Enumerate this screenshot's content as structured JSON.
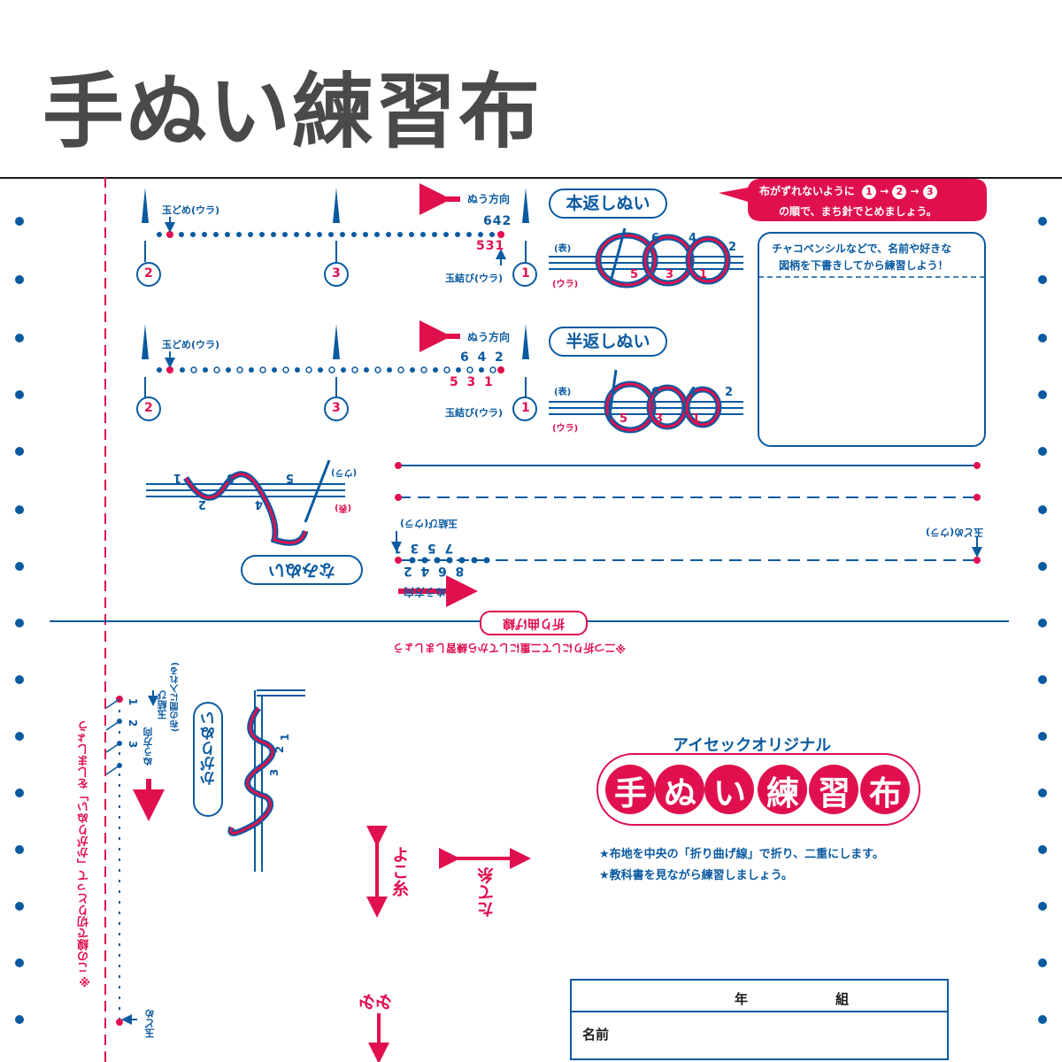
{
  "page_title": "手ぬい練習布",
  "common": {
    "stop_knot": "玉どめ(ウラ)",
    "start_knot": "玉結び(ウラ)",
    "direction": "ぬう方向",
    "front": "(表)",
    "back": "(ウラ)"
  },
  "hongaeshi": {
    "name": "本返しぬい",
    "top_nums": "642",
    "bottom_nums": "531",
    "diagram_nums": [
      "6",
      "4",
      "2",
      "5",
      "3",
      "1"
    ]
  },
  "hangaeshi": {
    "name": "半返しぬい",
    "top_nums": "6  4  2",
    "bottom_nums": "5  3  1",
    "diagram_nums": [
      "6",
      "4",
      "2",
      "5",
      "3",
      "1"
    ]
  },
  "namiwnui": {
    "name": "なみぬい",
    "nums_top": "7  5  3  1",
    "nums_bottom": "8  6  4  2",
    "diagram_nums": [
      "1",
      "3",
      "5",
      "2",
      "4"
    ]
  },
  "kagarinui": {
    "name": "かがりぬい",
    "start_knot": "玉結び",
    "start_note": "(布の間に入れる)",
    "nums": [
      "1",
      "2",
      "3"
    ],
    "stop_knot": "玉どめ",
    "cut_note": "※この線で切りとって「かがりぬい」をしましょう"
  },
  "pins": [
    "1",
    "2",
    "3"
  ],
  "callout": {
    "line1": "布がずれないように",
    "line2": "の順で、まち針でとめましょう。",
    "steps": [
      "1",
      "2",
      "3"
    ]
  },
  "memo_box": {
    "text_line1": "チャコペンシルなどで、名前や好きな",
    "text_line2": "図柄を下書きしてから練習しよう！"
  },
  "fold": {
    "label": "折り曲げ線",
    "note": "※二つ折りにして二重にしてから練習しましょう"
  },
  "brand": {
    "subtitle": "アイセックオリジナル",
    "title_chars": [
      "手",
      "ぬ",
      "い",
      "練",
      "習",
      "布"
    ],
    "note1": "★布地を中央の「折り曲げ線」で折り、二重にします。",
    "note2": "★教科書を見ながら練習しましょう。"
  },
  "grain": {
    "weft": "よこ糸",
    "warp": "たて糸",
    "selvage": "みみ"
  },
  "name_box": {
    "year": "年",
    "class": "組",
    "name": "名前"
  },
  "colors": {
    "blue": "#0a5aa0",
    "red": "#e0104e",
    "title_gray": "#4a4a4a"
  }
}
